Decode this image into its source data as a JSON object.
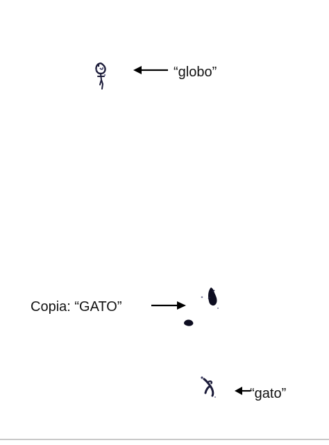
{
  "labels": {
    "globo": "“globo”",
    "copia_gato": "Copia: “GATO”",
    "gato": "“gato”"
  },
  "colors": {
    "ink": "#1c1c3a",
    "ink_dark": "#0d0d20",
    "ink_light": "#7a7a9a",
    "text": "#111111",
    "rule": "#c8c8c8"
  }
}
